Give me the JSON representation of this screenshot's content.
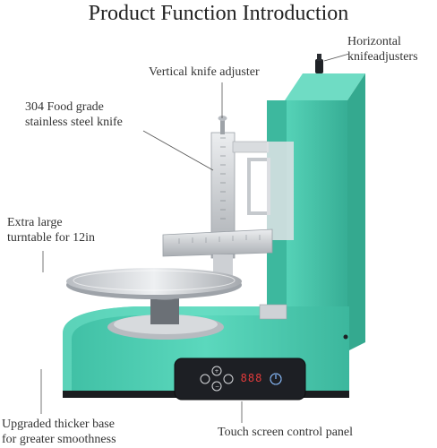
{
  "title": "Product Function Introduction",
  "labels": {
    "vertical_knife_adjuster": "Vertical knife adjuster",
    "knife_line1": "304 Food grade",
    "knife_line2": "stainless steel knife",
    "horizontal_line1": "Horizontal",
    "horizontal_line2": "knifeadjusters",
    "turntable_line1": "Extra large",
    "turntable_line2": "turntable for 12in",
    "base_line1": "Upgraded thicker base",
    "base_line2": "for greater smoothness",
    "control_panel": "Touch screen control panel"
  },
  "panel": {
    "display": "888"
  },
  "colors": {
    "body_teal": "#4ecfb4",
    "body_teal_dark": "#2fa88f",
    "steel": "#c9ccd0",
    "panel_dark": "#1d1f24",
    "display_red": "#e23b3b"
  }
}
